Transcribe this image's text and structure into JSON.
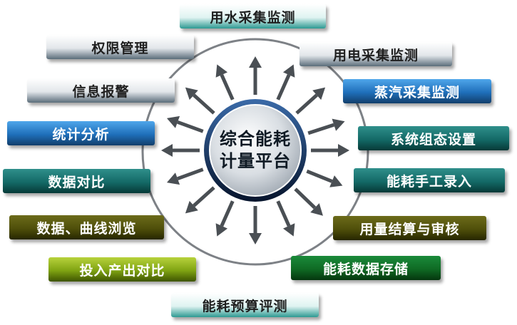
{
  "center": {
    "line1": "综合能耗",
    "line2": "计量平台"
  },
  "modules": [
    {
      "id": "water",
      "label": "用水采集监测",
      "style": "teal-light"
    },
    {
      "id": "power",
      "label": "用电采集监测",
      "style": "slate-light"
    },
    {
      "id": "steam",
      "label": "蒸汽采集监测",
      "style": "blue-dark"
    },
    {
      "id": "topology",
      "label": "系统组态设置",
      "style": "teal-dark"
    },
    {
      "id": "manual",
      "label": "能耗手工录入",
      "style": "teal-dark"
    },
    {
      "id": "settlement",
      "label": "用量结算与审核",
      "style": "olive-dark"
    },
    {
      "id": "storage",
      "label": "能耗数据存储",
      "style": "green-dark"
    },
    {
      "id": "budget",
      "label": "能耗预算评测",
      "style": "teal-light"
    },
    {
      "id": "io",
      "label": "投入产出对比",
      "style": "lime-dark"
    },
    {
      "id": "browse",
      "label": "数据、曲线浏览",
      "style": "olive-dark"
    },
    {
      "id": "compare",
      "label": "数据对比",
      "style": "teal-dark"
    },
    {
      "id": "stats",
      "label": "统计分析",
      "style": "blue-dark"
    },
    {
      "id": "alarm",
      "label": "信息报警",
      "style": "slate-light"
    },
    {
      "id": "permission",
      "label": "权限管理",
      "style": "slate-light"
    }
  ],
  "colors": {
    "teal-light": [
      "#ffffff",
      "#dff3f1",
      "#2d9a92"
    ],
    "slate-light": [
      "#ffffff",
      "#e2e6ea",
      "#5b6d7a"
    ],
    "blue-dark": [
      "#4fa6ea",
      "#1f6fba",
      "#123e6b"
    ],
    "teal-dark": [
      "#2f8f8b",
      "#146a67",
      "#063937"
    ],
    "olive-dark": [
      "#6c6b1a",
      "#4f4f0a",
      "#262600"
    ],
    "green-dark": [
      "#1a8a3a",
      "#0f6a24",
      "#05360e"
    ],
    "lime-dark": [
      "#b7d23c",
      "#7fa312",
      "#3e5400"
    ],
    "arrow": "#4a4f54",
    "ring": "#7d8186",
    "hub_border": "#0a1e40",
    "hub_fill": "#cfd5db"
  }
}
